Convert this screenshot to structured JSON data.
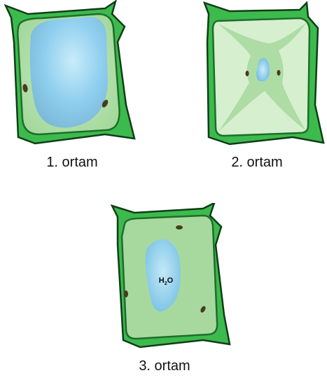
{
  "cells": [
    {
      "label": "1. ortam"
    },
    {
      "label": "2. ortam"
    },
    {
      "label": "3. ortam"
    }
  ],
  "vacuole_text": {
    "main": "H",
    "sub": "2",
    "tail": "O"
  },
  "colors": {
    "wall": "#37b34a",
    "wall_dark": "#1d7a2a",
    "outline": "#0f3d17",
    "cytoplasm": "#b5dfae",
    "vacuole": "#7fc8ec",
    "chloroplast": "#4a3a22"
  }
}
